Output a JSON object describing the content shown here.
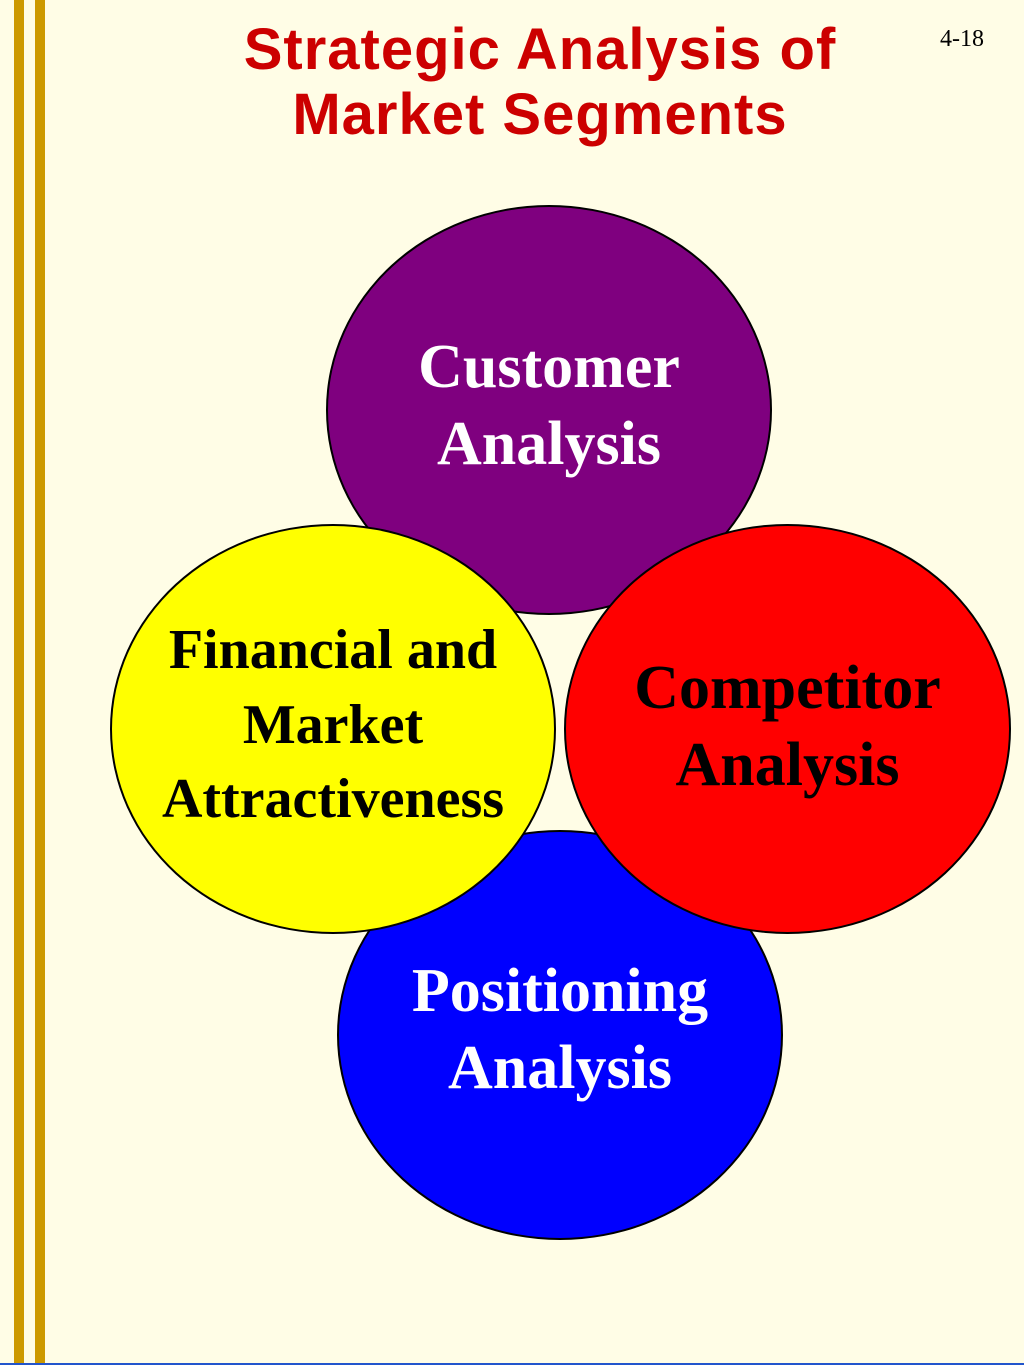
{
  "slide": {
    "title_line1": "Strategic Analysis of",
    "title_line2": "Market Segments",
    "number": "4-18"
  },
  "colors": {
    "background": "#FFFDE6",
    "title": "#CC0000",
    "accent_bar": "#CC9900",
    "customer": "#7F007F",
    "positioning": "#0000FF",
    "financial": "#FFFF00",
    "competitor": "#FF0000"
  },
  "circles": {
    "customer": {
      "line1": "Customer",
      "line2": "Analysis"
    },
    "positioning": {
      "line1": "Positioning",
      "line2": "Analysis"
    },
    "financial": {
      "line1": "Financial and",
      "line2": "Market",
      "line3": "Attractiveness"
    },
    "competitor": {
      "line1": "Competitor",
      "line2": "Analysis"
    }
  }
}
